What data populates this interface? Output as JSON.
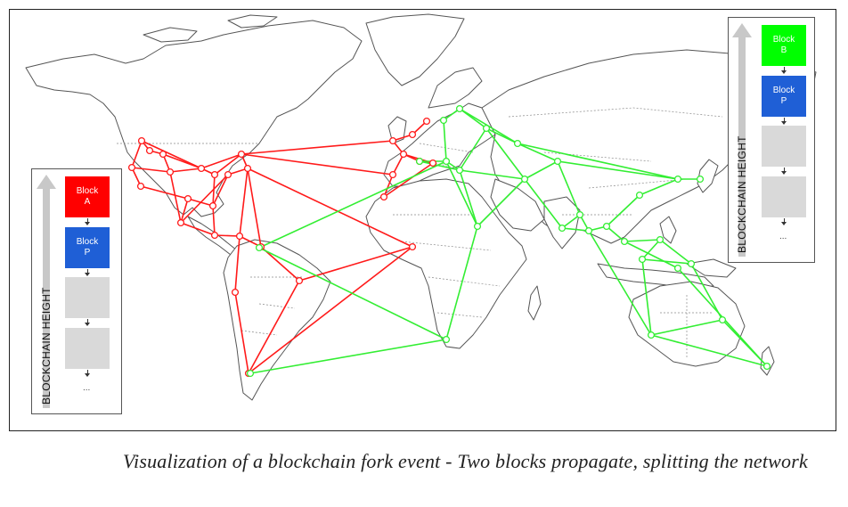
{
  "figure": {
    "colors": {
      "red_network": "#ff1a1a",
      "green_network": "#33ee33",
      "map_outline": "#555555",
      "block_a": "#ff0000",
      "block_b": "#00ff00",
      "block_p": "#1f5fd6",
      "empty_block": "#d9d9d9",
      "height_arrow": "#c8c8c8"
    },
    "left_chain": {
      "axis_label": "BLOCKCHAIN HEIGHT",
      "top_block": {
        "line1": "Block",
        "line2": "A"
      },
      "parent_block": {
        "line1": "Block",
        "line2": "P"
      },
      "continuation": "..."
    },
    "right_chain": {
      "axis_label": "BLOCKCHAIN HEIGHT",
      "top_block": {
        "line1": "Block",
        "line2": "B"
      },
      "parent_block": {
        "line1": "Block",
        "line2": "P"
      },
      "continuation": "..."
    }
  },
  "caption": "Visualization of a blockchain fork event - Two blocks propagate, splitting the network"
}
